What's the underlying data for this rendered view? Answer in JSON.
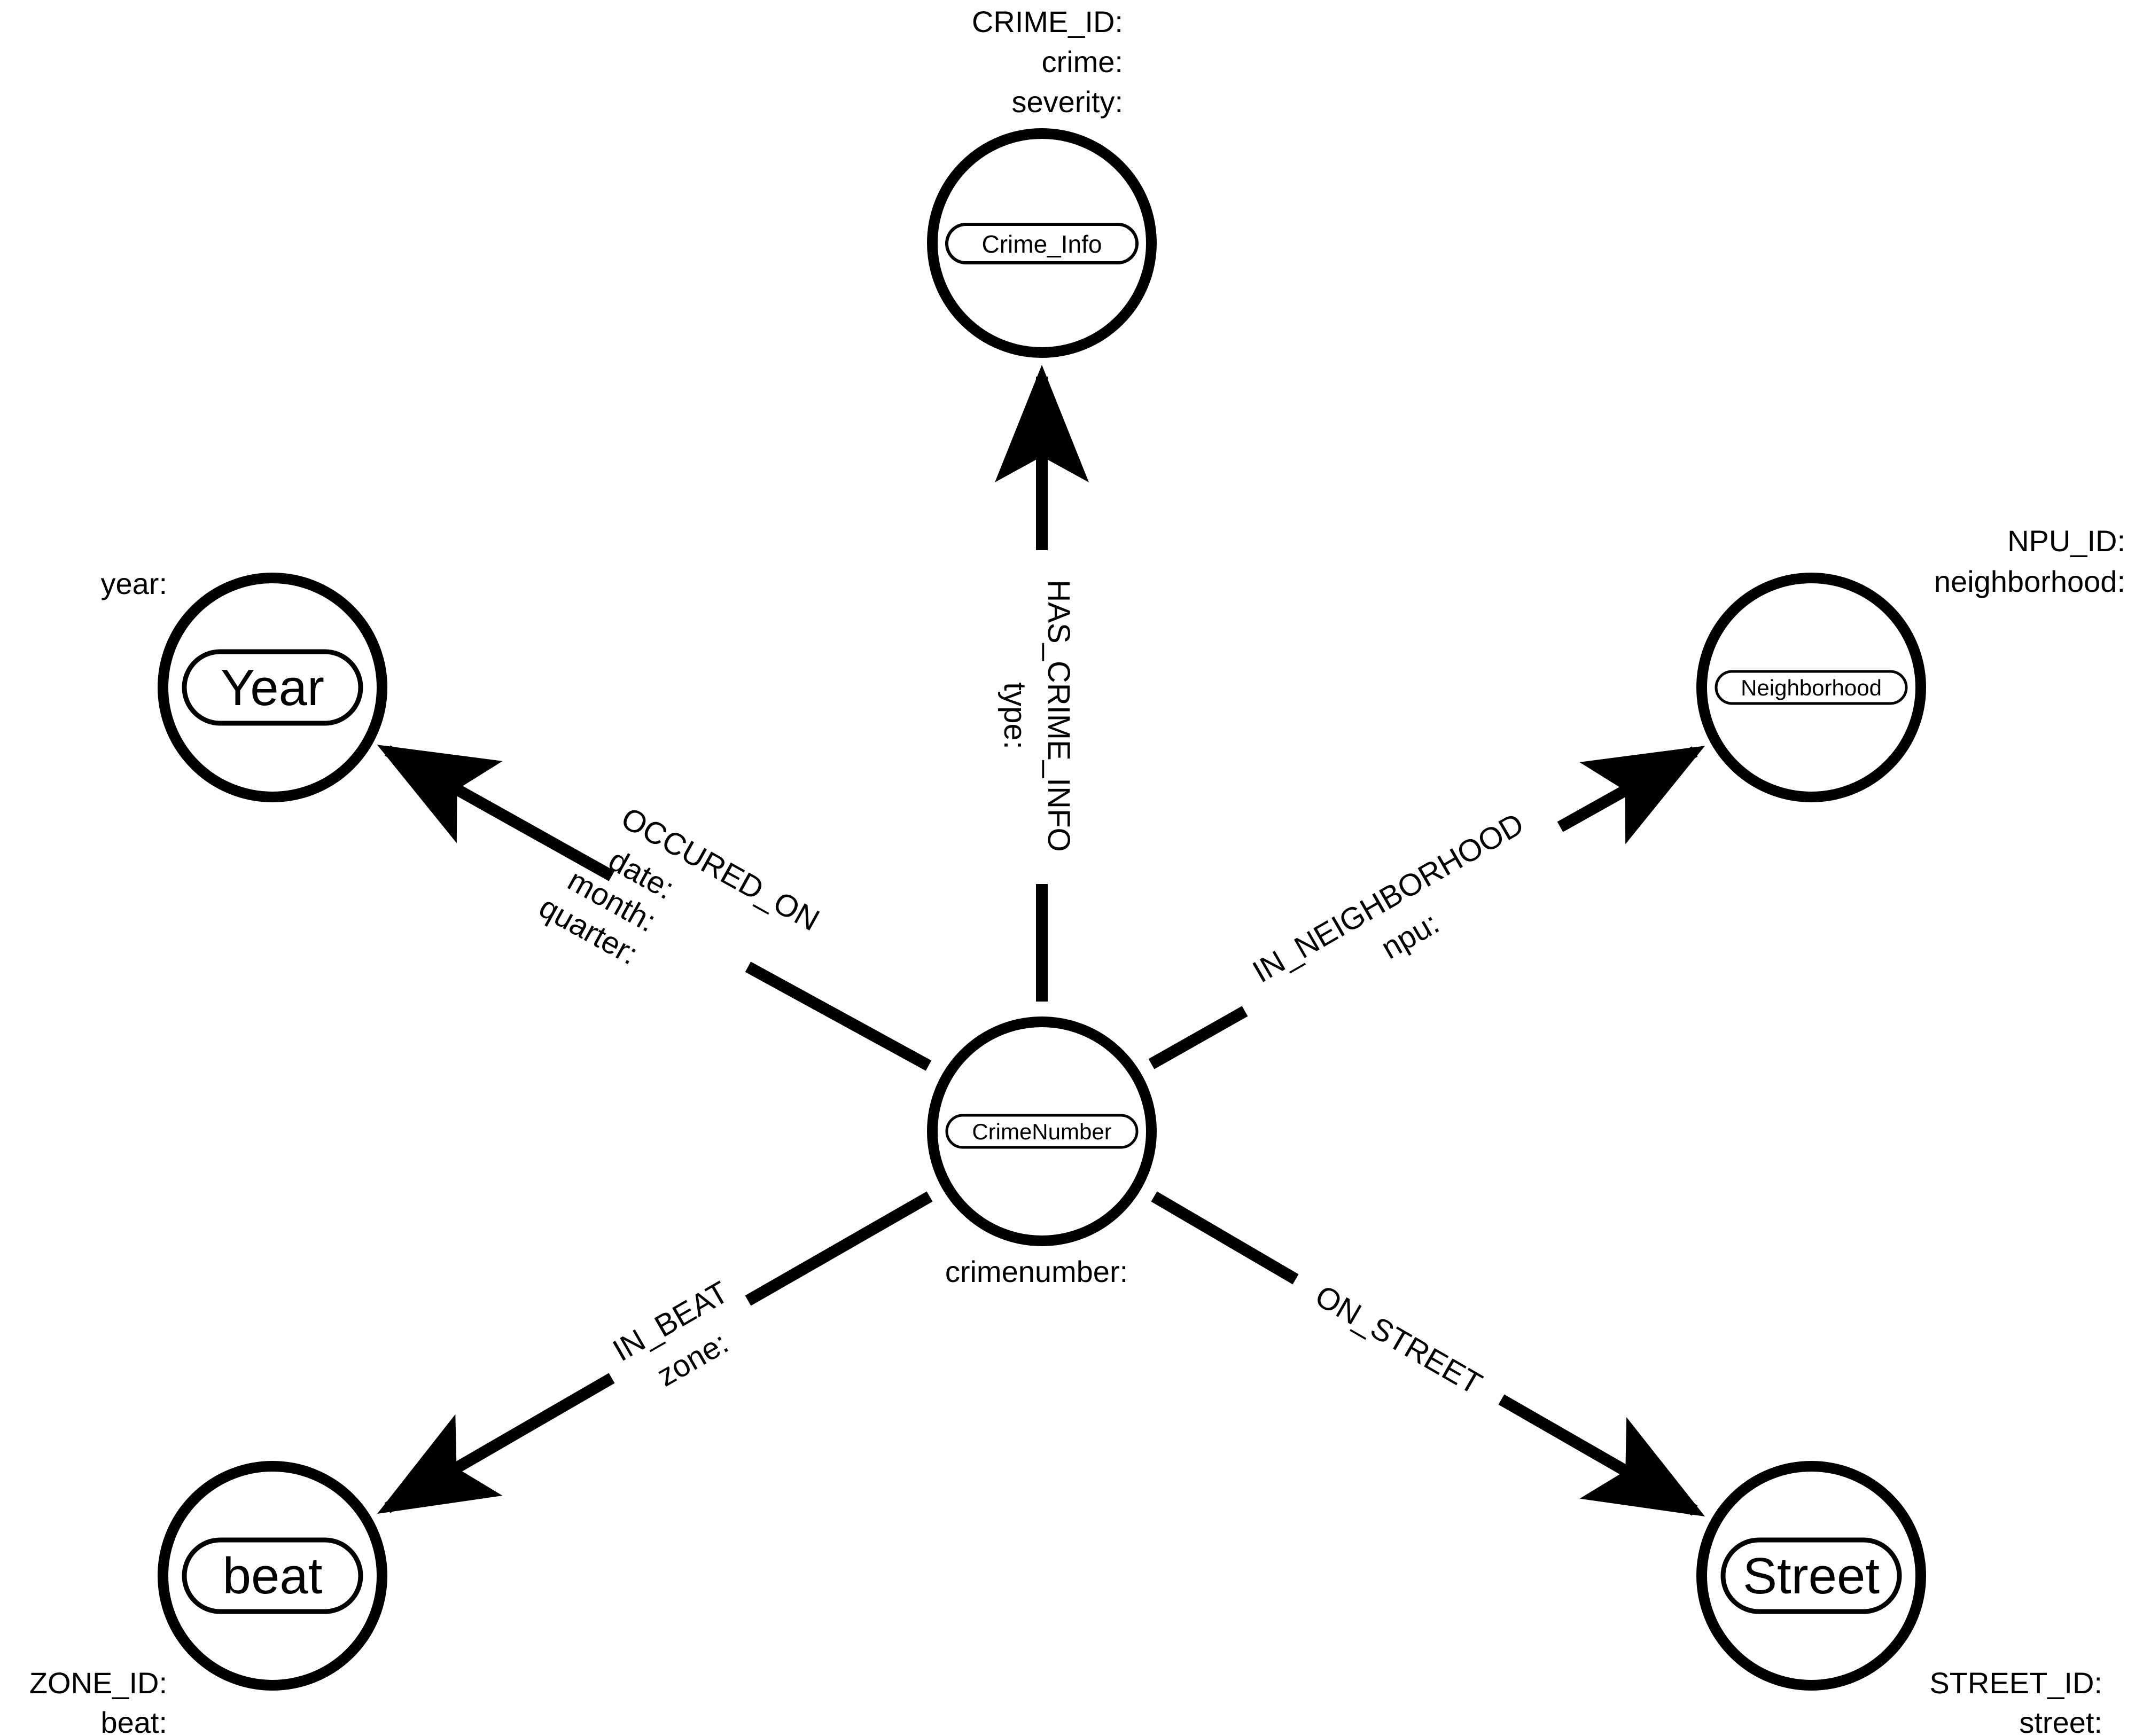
{
  "nodes": {
    "crime_info": {
      "label": "Crime_Info",
      "props": [
        "CRIME_ID:",
        "crime:",
        "severity:"
      ]
    },
    "year": {
      "label": "Year",
      "props": [
        "year:"
      ]
    },
    "neighborhood": {
      "label": "Neighborhood",
      "props": [
        "NPU_ID:",
        "neighborhood:"
      ]
    },
    "crime_number": {
      "label": "CrimeNumber",
      "props": [
        "crimenumber:"
      ]
    },
    "beat": {
      "label": "beat",
      "props": [
        "ZONE_ID:",
        "beat:"
      ]
    },
    "street": {
      "label": "Street",
      "props": [
        "STREET_ID:",
        "street:"
      ]
    }
  },
  "edges": {
    "has_crime_info": {
      "type": "HAS_CRIME_INFO",
      "props": [
        "type:"
      ]
    },
    "occured_on": {
      "type": "OCCURED_ON",
      "props": [
        "date:",
        "month:",
        "quarter:"
      ]
    },
    "in_neighborhood": {
      "type": "IN_NEIGHBORHOOD",
      "props": [
        "npu:"
      ]
    },
    "in_beat": {
      "type": "IN_BEAT",
      "props": [
        "zone:"
      ]
    },
    "on_street": {
      "type": "ON_STREET",
      "props": []
    }
  }
}
